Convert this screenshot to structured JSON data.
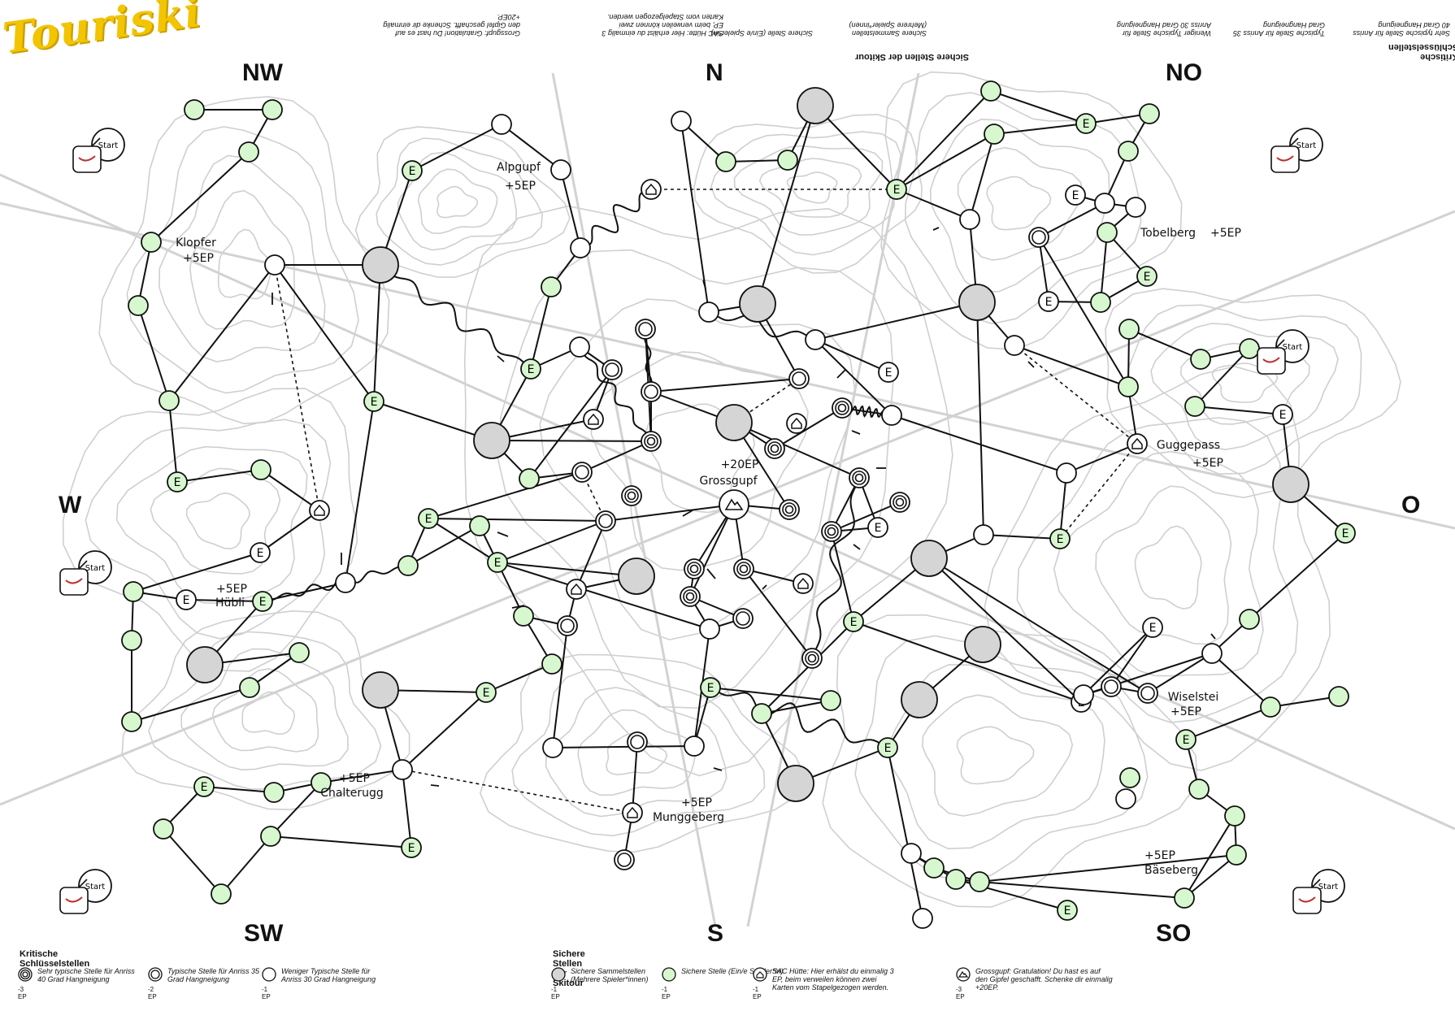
{
  "app": {
    "title": "Touriski"
  },
  "directions": {
    "nw": "NW",
    "n": "N",
    "no": "NO",
    "w": "W",
    "o": "O",
    "sw": "SW",
    "s": "S",
    "so": "SO"
  },
  "start_label": "Start",
  "node_labels": {
    "alpgupf": "Alpgupf",
    "alpgupf_ep": "+5EP",
    "klopfer": "Klopfer",
    "klopfer_ep": "+5EP",
    "tobelberg": "Tobelberg",
    "tobelberg_ep": "+5EP",
    "guggepass": "Guggepass",
    "guggepass_ep": "+5EP",
    "grossgupf": "Grossgupf",
    "grossgupf_ep": "+20EP",
    "huebli": "Hübli",
    "huebli_ep": "+5EP",
    "wiselstei": "Wiselstei",
    "wiselstei_ep": "+5EP",
    "chalterugg": "Chalterugg",
    "chalterugg_ep": "+5EP",
    "munggeberg": "Munggeberg",
    "munggeberg_ep": "+5EP",
    "baeseberg": "Bäseberg",
    "baeseberg_ep": "+5EP"
  },
  "e_label": "E",
  "legend_bottom": {
    "critical_title": "Kritische Schlüsselstellen",
    "critical": [
      {
        "icon": "triple-ring-icon",
        "text": "Sehr typische Stelle für Anriss 40 Grad Hangneigung",
        "cost": "-3 EP"
      },
      {
        "icon": "double-ring-icon",
        "text": "Typische Stelle für Anriss 35 Grad Hangneigung",
        "cost": "-2 EP"
      },
      {
        "icon": "single-ring-icon",
        "text": "Weniger Typische Stelle für Anriss 30 Grad Hangneigung",
        "cost": "-1 EP"
      }
    ],
    "safe_title": "Sichere Stellen der Skitour",
    "safe": [
      {
        "icon": "grey-circle-icon",
        "text": "Sichere Sammelstellen (Mehrere Spieler*innen)",
        "cost": "-1 EP"
      },
      {
        "icon": "green-circle-icon",
        "text": "Sichere Stelle (Ein/e Spieler*in)",
        "cost": "-1 EP"
      },
      {
        "icon": "hut-icon",
        "text": "SAC Hütte: Hier erhälst du einmalig 3 EP, beim verweilen können zwei Karten vom Stapelgezogen werden.",
        "cost": "-1 EP"
      },
      {
        "icon": "mountain-icon",
        "text": "Grossgupf: Gratulation! Du hast es auf den Gipfel geschafft. Schenke dir einmalig +20EP.",
        "cost": "-3 EP"
      }
    ]
  },
  "colors": {
    "green": "#d7f7cf",
    "grey": "#d5d5d5",
    "title_yellow": "#f3c400"
  }
}
